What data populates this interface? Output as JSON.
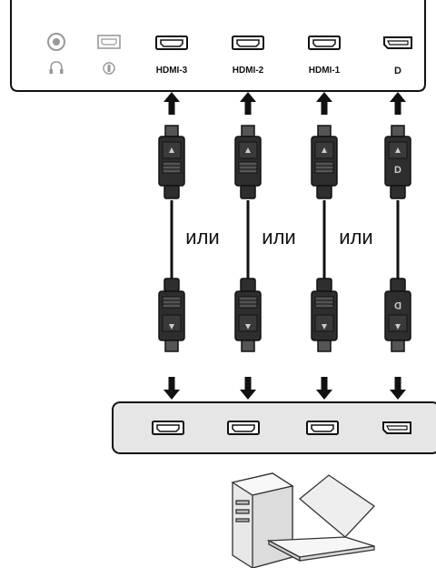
{
  "monitor_panel": {
    "ports": [
      {
        "name": "headphone-jack",
        "label": "",
        "icon": "headphone-icon"
      },
      {
        "name": "service-port",
        "label": "",
        "icon": "service-icon"
      },
      {
        "name": "hdmi-3",
        "label": "HDMI-3",
        "icon": "hdmi-port-icon"
      },
      {
        "name": "hdmi-2",
        "label": "HDMI-2",
        "icon": "hdmi-port-icon"
      },
      {
        "name": "hdmi-1",
        "label": "HDMI-1",
        "icon": "hdmi-port-icon"
      },
      {
        "name": "displayport",
        "label": "D",
        "icon": "displayport-icon"
      }
    ]
  },
  "cables": [
    {
      "type": "HDMI",
      "connects": "HDMI-3"
    },
    {
      "type": "HDMI",
      "connects": "HDMI-2"
    },
    {
      "type": "HDMI",
      "connects": "HDMI-1"
    },
    {
      "type": "DisplayPort",
      "connects": "D"
    }
  ],
  "or_labels": [
    "или",
    "или",
    "или"
  ],
  "pc_panel": {
    "ports": [
      "hdmi",
      "hdmi",
      "hdmi",
      "displayport"
    ]
  },
  "computer": {
    "icon": "desktop-and-laptop-icon"
  },
  "colors": {
    "line": "#1a1a1a",
    "panel_fill": "#e6e6e6",
    "port_fill": "#ffffff",
    "cable": "#2a2a2a"
  }
}
